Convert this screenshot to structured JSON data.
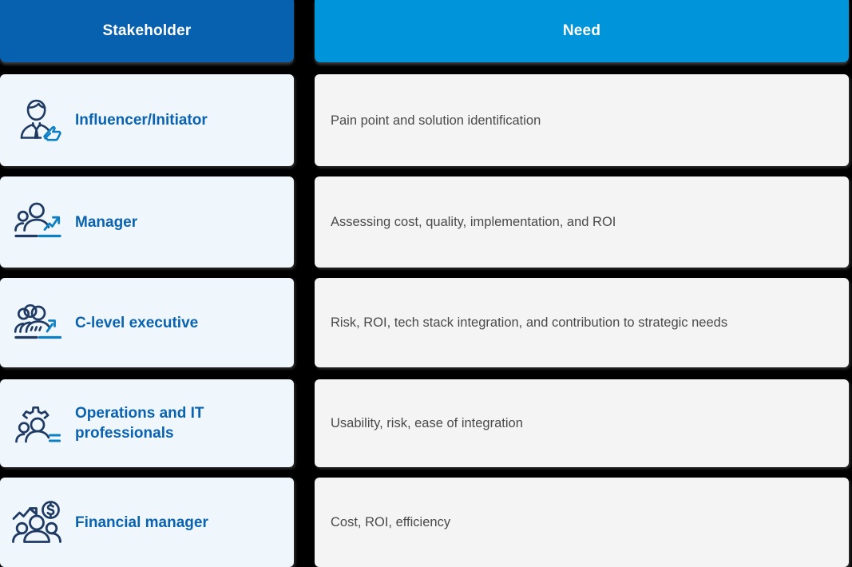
{
  "header": {
    "stakeholder_label": "Stakeholder",
    "need_label": "Need",
    "stakeholder_bg": "#0761AE",
    "need_bg": "#0095DA",
    "text_color": "#FFFFFF"
  },
  "theme": {
    "page_bg": "#000000",
    "stakeholder_cell_bg": "#EFF7FC",
    "need_cell_bg": "#F4F4F4",
    "label_color": "#0A62B0",
    "need_text_color": "#4A4A4A",
    "icon_dark": "#1F3A63",
    "icon_accent": "#0D7FC4"
  },
  "rows": [
    {
      "icon": "businessman-thumbs-up-icon",
      "stakeholder": "Influencer/Initiator",
      "need": "Pain point and solution identification"
    },
    {
      "icon": "two-people-arrow-up-icon",
      "stakeholder": "Manager",
      "need": "Assessing cost, quality, implementation, and ROI"
    },
    {
      "icon": "group-people-arrow-up-icon",
      "stakeholder": "C-level executive",
      "need": "Risk, ROI, tech stack integration, and contribution to strategic needs"
    },
    {
      "icon": "people-gear-icon",
      "stakeholder": "Operations and IT professionals",
      "need": "Usability, risk, ease of integration"
    },
    {
      "icon": "growth-arrow-dollar-people-icon",
      "stakeholder": "Financial manager",
      "need": "Cost, ROI, efficiency"
    }
  ]
}
